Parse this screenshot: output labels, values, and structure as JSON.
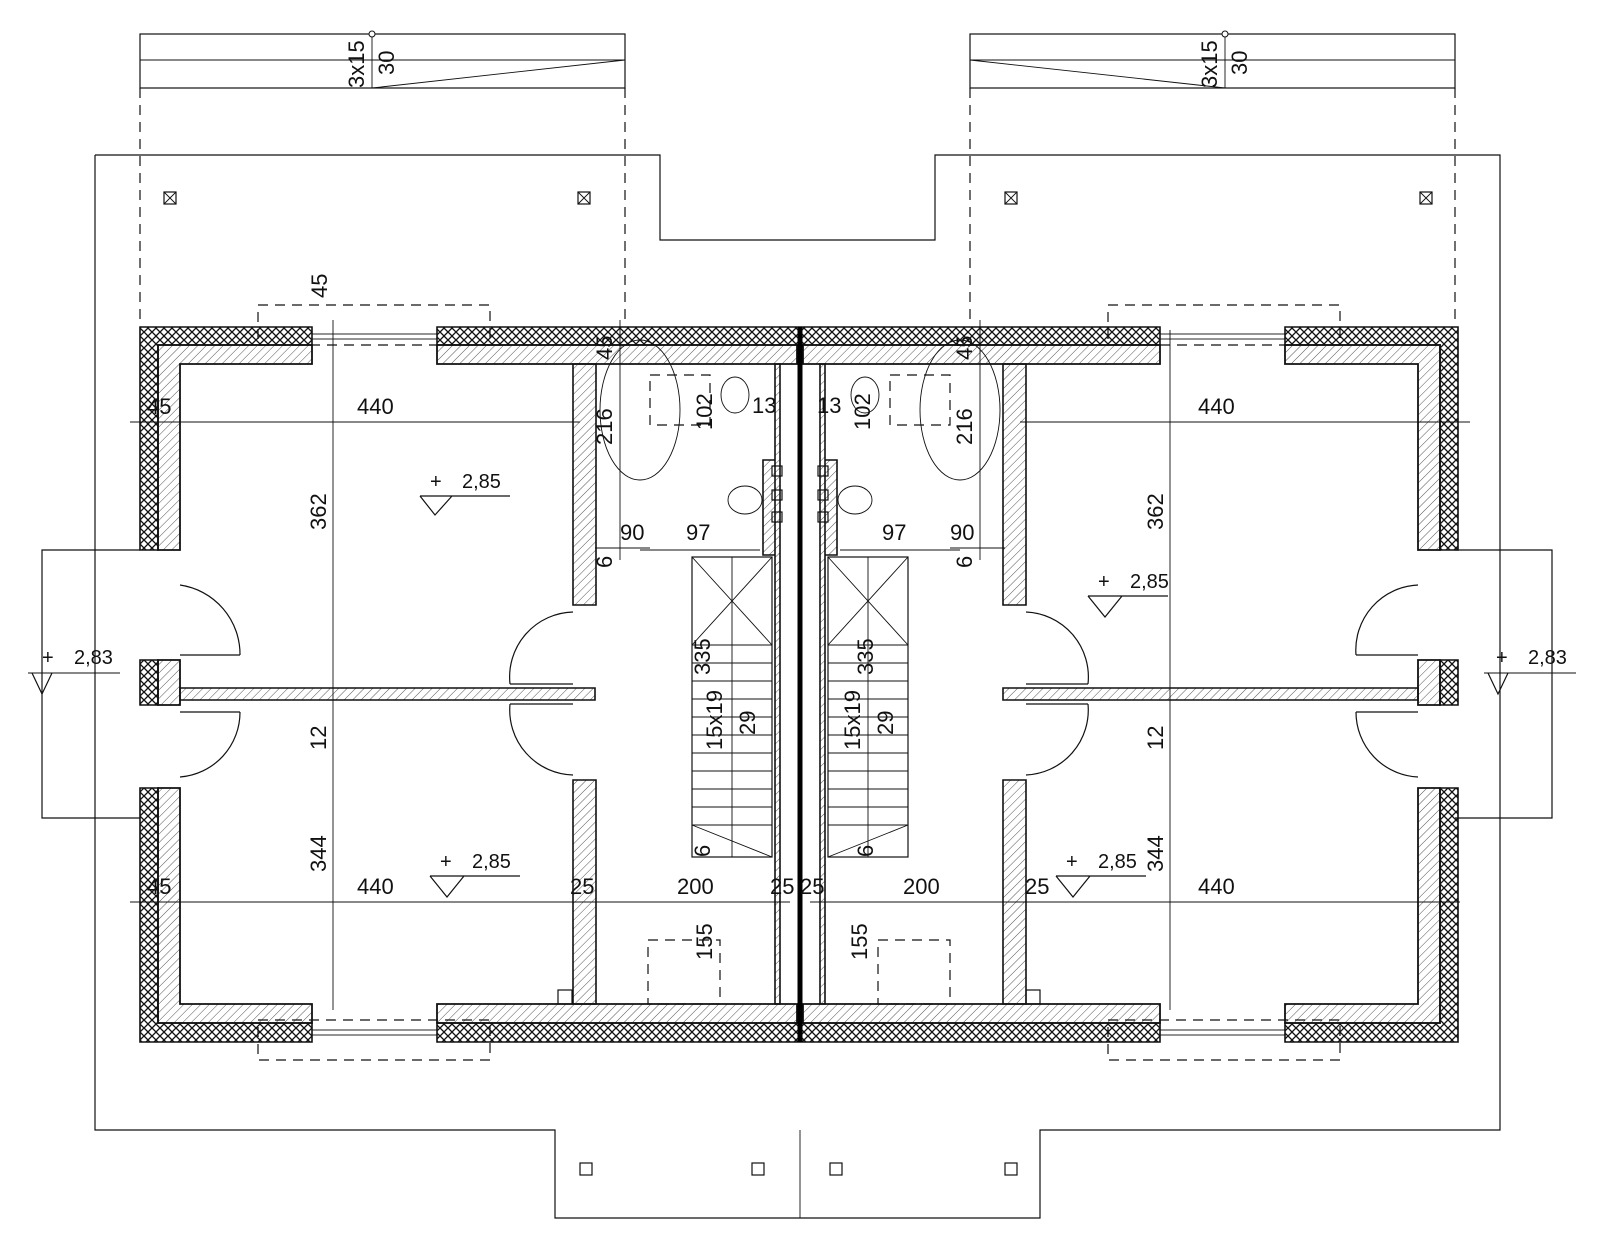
{
  "units": {
    "left": {
      "stairs_outside": {
        "steps": "3x15",
        "tread": "30"
      },
      "top_room": {
        "width": "440",
        "depth": "362",
        "level_sign": "+",
        "level": "2,85",
        "wall_left": "45"
      },
      "bottom_room": {
        "width": "440",
        "depth": "344",
        "level_sign": "+",
        "level": "2,85",
        "wall_left": "45"
      },
      "partition": "12",
      "window_depth": "45",
      "bathroom": {
        "width_a": "90",
        "width_b": "97",
        "depth": "216",
        "toilet": "102",
        "side": "13",
        "top": "45",
        "wall": "6"
      },
      "hall": {
        "stairs_len": "335",
        "stairs_steps": "15x19",
        "stairs_tread": "29",
        "wall": "6",
        "width": "200",
        "left_wall": "25",
        "right_wall": "25",
        "closet": "155"
      },
      "terrace": {
        "level_sign": "+",
        "level": "2,83"
      }
    },
    "right": {
      "stairs_outside": {
        "steps": "3x15",
        "tread": "30"
      },
      "top_room": {
        "width": "440",
        "depth": "362",
        "level_sign": "+",
        "level": "2,85"
      },
      "bottom_room": {
        "width": "440",
        "depth": "344",
        "level_sign": "+",
        "level": "2,85"
      },
      "partition": "12",
      "bathroom": {
        "width_a": "90",
        "width_b": "97",
        "depth": "216",
        "toilet": "102",
        "side": "13",
        "top": "45",
        "wall": "6"
      },
      "hall": {
        "stairs_len": "335",
        "stairs_steps": "15x19",
        "stairs_tread": "29",
        "wall": "6",
        "width": "200",
        "left_wall": "25",
        "inner_wall": "25",
        "closet": "155"
      },
      "terrace": {
        "level_sign": "+",
        "level": "2,83"
      }
    }
  },
  "colors": {
    "ink": "#111111",
    "hatch": "#555555",
    "background": "#ffffff"
  }
}
